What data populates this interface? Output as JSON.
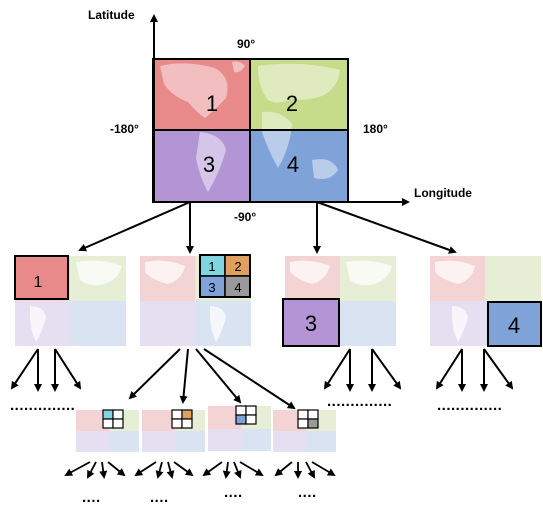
{
  "axes": {
    "y_label": "Latitude",
    "x_label": "Longitude",
    "top": "90°",
    "bottom": "-90°",
    "left": "-180°",
    "right": "180°"
  },
  "quadrants": [
    {
      "label": "1",
      "color": "#e8898a"
    },
    {
      "label": "2",
      "color": "#c6dc8b"
    },
    {
      "label": "3",
      "color": "#b395d6"
    },
    {
      "label": "4",
      "color": "#7fa3d9"
    }
  ],
  "level2": {
    "q1_label": "1",
    "q3_label": "3",
    "q4_label": "4",
    "subgrid": [
      "1",
      "2",
      "3",
      "4"
    ],
    "subgrid_colors": [
      "#7fd6e0",
      "#e0a060",
      "#7fa3d9",
      "#9a9a9a"
    ]
  },
  "continuation": {
    "level2": "..............",
    "level3": "...."
  },
  "colors": {
    "faded_red": "#f3d3d3",
    "faded_green": "#e6efd6",
    "faded_purple": "#e6def1",
    "faded_blue": "#d9e3f2",
    "land": "#ffffff"
  }
}
